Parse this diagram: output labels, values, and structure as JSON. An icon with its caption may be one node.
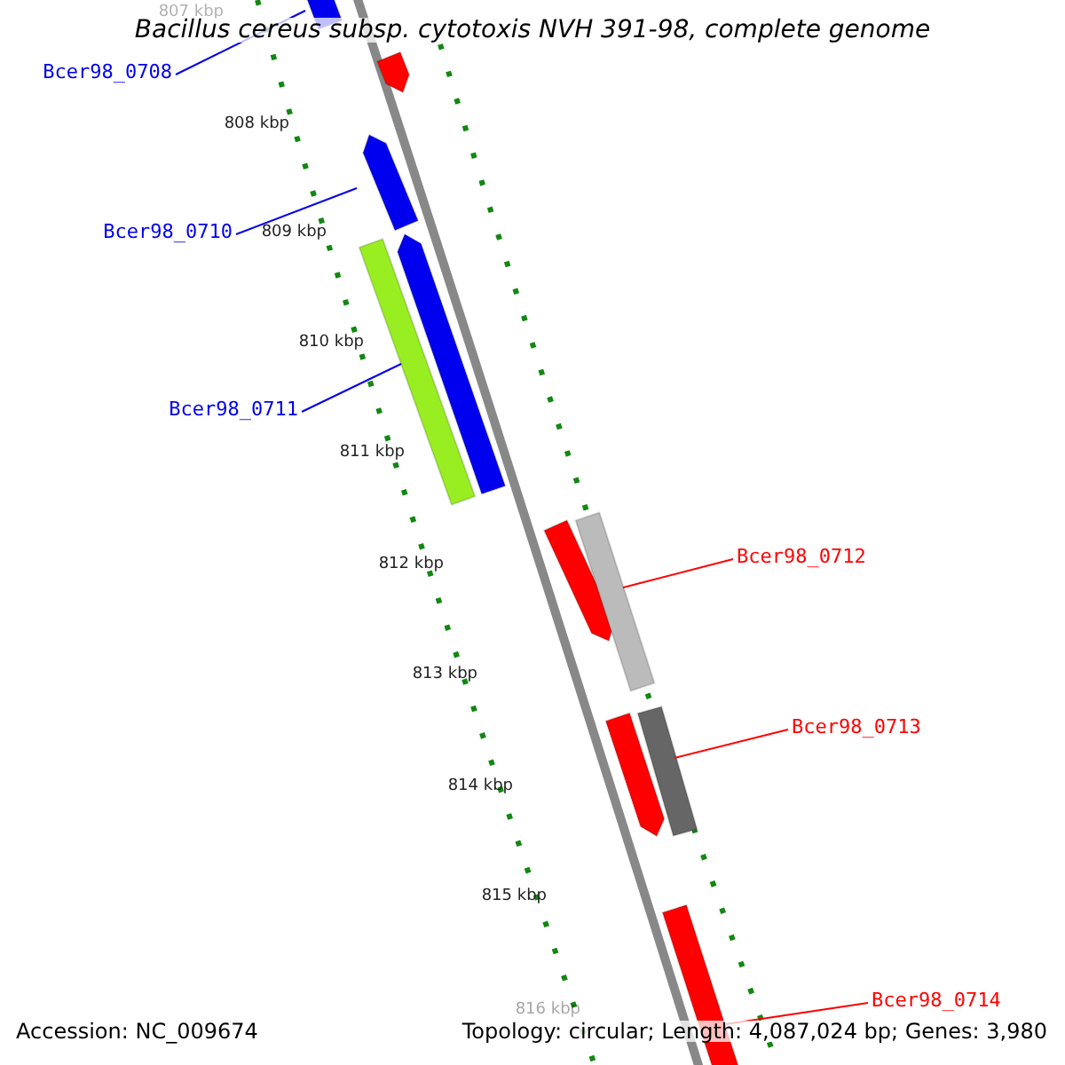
{
  "diagram": {
    "title": "Bacillus cereus subsp. cytotoxis NVH 391-98, complete genome",
    "nodes": [
      {
        "text": [
          "Bcer98_0708"
        ]
      },
      {
        "text": [
          "Bcer98_0710"
        ]
      },
      {
        "text": [
          "Bcer98_0711"
        ]
      },
      {
        "text": [
          "Bcer98_0712"
        ]
      },
      {
        "text": [
          "Bcer98_0713"
        ]
      },
      {
        "text": [
          "Bcer98_0714"
        ]
      },
      {
        "text": [],
        "shape": "bar"
      },
      {
        "text": [],
        "shape": "bar"
      },
      {
        "text": [],
        "shape": "bar"
      },
      {
        "text": [],
        "shape": "bar"
      },
      {
        "text": [],
        "shape": "bar"
      },
      {
        "text": [],
        "shape": "bar"
      },
      {
        "text": [],
        "shape": "bar"
      },
      {
        "text": [],
        "shape": "bar"
      },
      {
        "text": [],
        "shape": "bar"
      },
      {
        "text": [],
        "shape": "bar"
      }
    ],
    "edges": [
      {
        "from": 0,
        "to": 6,
        "arrow": "none"
      },
      {
        "from": 1,
        "to": 8,
        "arrow": "none"
      },
      {
        "from": 2,
        "to": 9,
        "arrow": "none"
      },
      {
        "from": 3,
        "to": 12,
        "arrow": "none",
        "color": "#ff0000"
      },
      {
        "from": 4,
        "to": 14,
        "arrow": "none",
        "color": "#ff0000"
      },
      {
        "from": 5,
        "to": 15,
        "arrow": "none",
        "color": "#ff0000"
      }
    ],
    "labels": [
      "807 kbp",
      "808 kbp",
      "809 kbp",
      "810 kbp",
      "811 kbp",
      "812 kbp",
      "813 kbp",
      "814 kbp",
      "815 kbp",
      "816 kbp",
      "Accession: NC_009674",
      "Topology: circular; Length: 4,087,024 bp; Genes: 3,980"
    ]
  }
}
